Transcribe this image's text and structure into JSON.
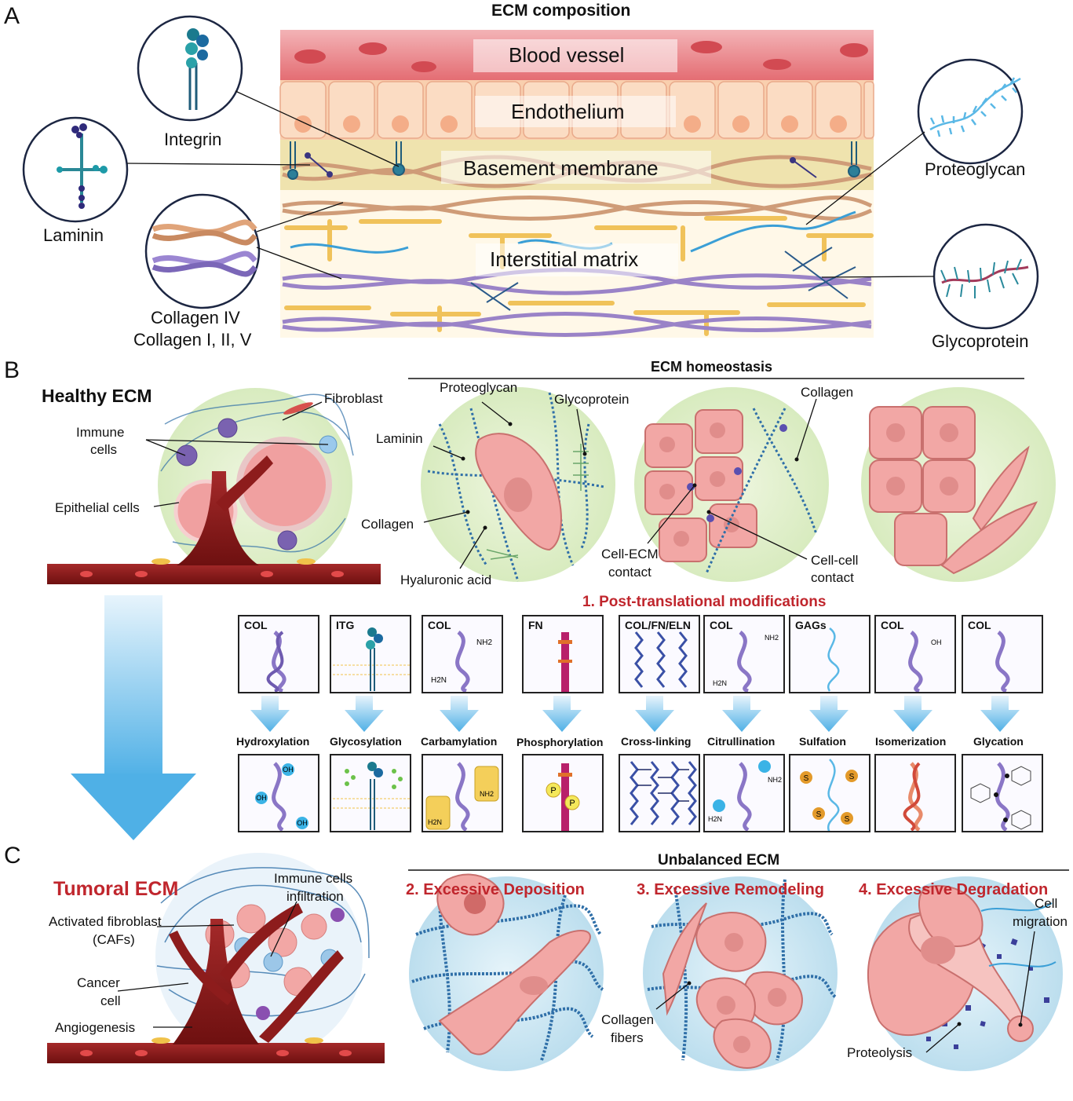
{
  "panelA": {
    "letter": "A",
    "title": "ECM composition",
    "layers": {
      "blood_vessel": "Blood vessel",
      "endothelium": "Endothelium",
      "basement_membrane": "Basement membrane",
      "interstitial_matrix": "Interstitial matrix"
    },
    "callouts": {
      "integrin": "Integrin",
      "laminin": "Laminin",
      "collagen_iv": "Collagen IV",
      "collagen_i": "Collagen I, II, V",
      "proteoglycan": "Proteoglycan",
      "glycoprotein": "Glycoprotein"
    }
  },
  "panelB": {
    "letter": "B",
    "healthy_title": "Healthy ECM",
    "healthy_labels": {
      "fibroblast": "Fibroblast",
      "immune_1": "Immune",
      "immune_2": "cells",
      "epithelial": "Epithelial cells"
    },
    "homeostasis_title": "ECM homeostasis",
    "homeostasis_labels": {
      "proteoglycan": "Proteoglycan",
      "glycoprotein": "Glycoprotein",
      "laminin": "Laminin",
      "collagen_left": "Collagen",
      "hyaluronic": "Hyaluronic acid",
      "collagen_mid": "Collagen",
      "cell_ecm_1": "Cell-ECM",
      "cell_ecm_2": "contact",
      "cell_cell_1": "Cell-cell",
      "cell_cell_2": "contact"
    },
    "ptm_title": "1. Post-translational modifications",
    "ptm": [
      {
        "top": "COL",
        "name": "Hydroxylation"
      },
      {
        "top": "ITG",
        "name": "Glycosylation"
      },
      {
        "top": "COL",
        "name": "Carbamylation"
      },
      {
        "top": "FN",
        "name": "Phosphorylation"
      },
      {
        "top": "COL/FN/ELN",
        "name": "Cross-linking"
      },
      {
        "top": "COL",
        "name": "Citrullination"
      },
      {
        "top": "GAGs",
        "name": "Sulfation"
      },
      {
        "top": "COL",
        "name": "Isomerization"
      },
      {
        "top": "COL",
        "name": "Glycation"
      }
    ],
    "chem": {
      "oh": "OH",
      "nh2": "NH2",
      "h2n": "H2N",
      "p": "P",
      "s": "S"
    }
  },
  "panelC": {
    "letter": "C",
    "tumoral_title": "Tumoral ECM",
    "tumoral_labels": {
      "immune_1": "Immune cells",
      "immune_2": "infiltration",
      "caf_1": "Activated fibroblast",
      "caf_2": "(CAFs)",
      "cancer_1": "Cancer",
      "cancer_2": "cell",
      "angio": "Angiogenesis"
    },
    "unbalanced_title": "Unbalanced ECM",
    "states": {
      "deposition": "2. Excessive Deposition",
      "remodeling": "3. Excessive Remodeling",
      "degradation": "4. Excessive Degradation"
    },
    "state_labels": {
      "collagen_1": "Collagen",
      "collagen_2": "fibers",
      "cell_1": "Cell",
      "cell_2": "migration",
      "proteolysis": "Proteolysis"
    }
  },
  "colors": {
    "title_red": "#c0262d",
    "blood_vessel": "#e9848a",
    "endothelium": "#f9c9a4",
    "basement": "#efe0a8",
    "interstitial": "#fff6e0",
    "healthy_bg": "#dfeec8",
    "tumor_bg": "#cfe8f3",
    "cell_pink": "#f2a7a5",
    "collagen_blue": "#2f6fa8",
    "arrow_blue": "#5cb6e8",
    "vessel_red": "#8d1c1c"
  }
}
